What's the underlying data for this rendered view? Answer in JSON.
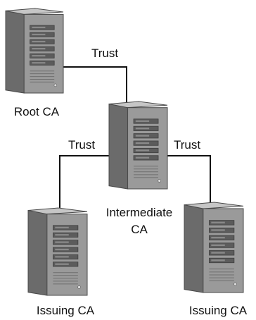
{
  "diagram": {
    "colors": {
      "connector": "#111111",
      "label": "#111111",
      "server_body": "#9a9a9a",
      "server_side": "#6b6b6b",
      "server_top": "#c6c6c6",
      "server_edge": "#4a4a4a"
    },
    "nodes": {
      "root_ca": {
        "label": "Root CA",
        "icon": "server-icon"
      },
      "intermediate_ca": {
        "label_line1": "Intermediate",
        "label_line2": "CA",
        "icon": "server-icon"
      },
      "issuing_ca_left": {
        "label": "Issuing CA",
        "icon": "server-icon"
      },
      "issuing_ca_right": {
        "label": "Issuing CA",
        "icon": "server-icon"
      }
    },
    "edges": {
      "root_to_intermediate": {
        "label": "Trust",
        "from": "root_ca",
        "to": "intermediate_ca"
      },
      "intermediate_to_left": {
        "label": "Trust",
        "from": "intermediate_ca",
        "to": "issuing_ca_left"
      },
      "intermediate_to_right": {
        "label": "Trust",
        "from": "intermediate_ca",
        "to": "issuing_ca_right"
      }
    }
  }
}
